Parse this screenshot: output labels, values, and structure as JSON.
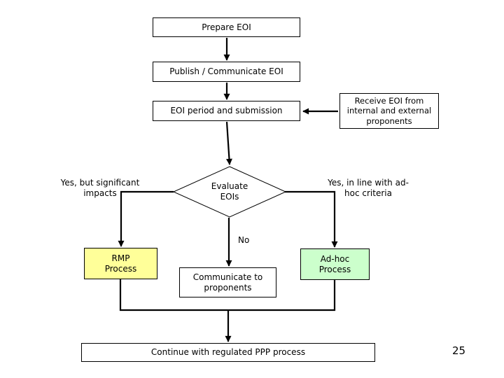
{
  "slide": {
    "page_number": "25"
  },
  "colors": {
    "line": "#000000",
    "border": "#000000",
    "node_fill": "#FFFFFF",
    "rmp_fill": "#FFFF99",
    "adhoc_fill": "#CCFFCC"
  },
  "flowchart": {
    "nodes": {
      "prepare": {
        "label": "Prepare EOI"
      },
      "publish": {
        "label": "Publish / Communicate EOI"
      },
      "eoi_period": {
        "label": "EOI period and submission"
      },
      "receive": {
        "label": "Receive EOI from\ninternal and external\nproponents"
      },
      "evaluate": {
        "label": "Evaluate\nEOIs",
        "shape": "decision-diamond"
      },
      "rmp": {
        "label": "RMP\nProcess"
      },
      "communicate": {
        "label": "Communicate to\nproponents"
      },
      "adhoc": {
        "label": "Ad-hoc\nProcess"
      },
      "continue": {
        "label": "Continue with regulated PPP process"
      }
    },
    "edge_labels": {
      "yes_left": "Yes, but significant\nimpacts",
      "yes_right": "Yes, in line with ad-\nhoc criteria",
      "no": "No"
    }
  }
}
